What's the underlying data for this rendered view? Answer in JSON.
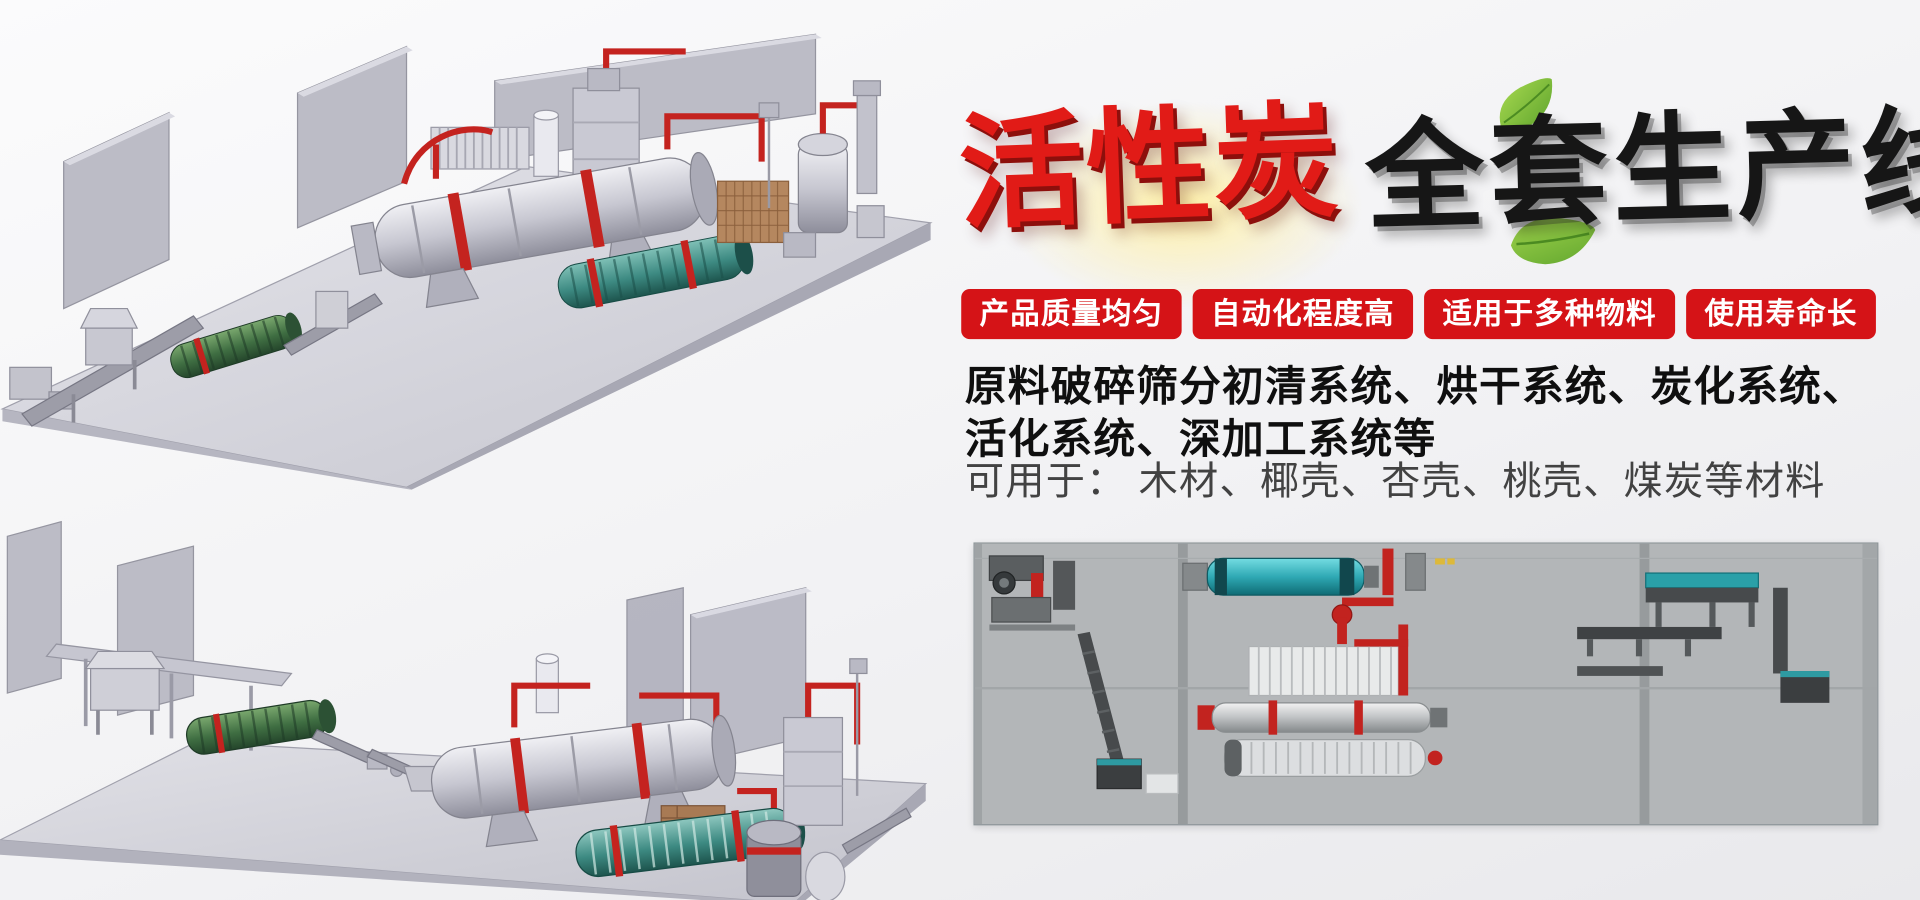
{
  "banner": {
    "title": {
      "red_part": "活性炭",
      "black_part": "全套生产线"
    },
    "badges": [
      {
        "label": "产品质量均匀"
      },
      {
        "label": "自动化程度高"
      },
      {
        "label": "适用于多种物料"
      },
      {
        "label": "使用寿命长"
      }
    ],
    "description_line1": "原料破碎筛分初清系统、烘干系统、炭化系统、",
    "description_line2": "活化系统、深加工系统等",
    "materials_line": "可用于： 木材、椰壳、杏壳、桃壳、煤炭等材料",
    "colors": {
      "badge_red": "#d51317",
      "title_red": "#e11b17",
      "title_black": "#161616",
      "text_dark": "#0f0f0f",
      "text_gray": "#424242",
      "leaf_green": "#7fc63a",
      "pipe_red": "#c4231f",
      "drum_teal": "#3d8a82",
      "drum_green": "#3f6e42",
      "diagram_bg": "#b3b6b8"
    }
  },
  "illustrations": {
    "top_render": "isometric-production-line-render-a",
    "bottom_render": "isometric-production-line-render-b",
    "layout_diagram": "plant-layout-top-view-diagram"
  }
}
